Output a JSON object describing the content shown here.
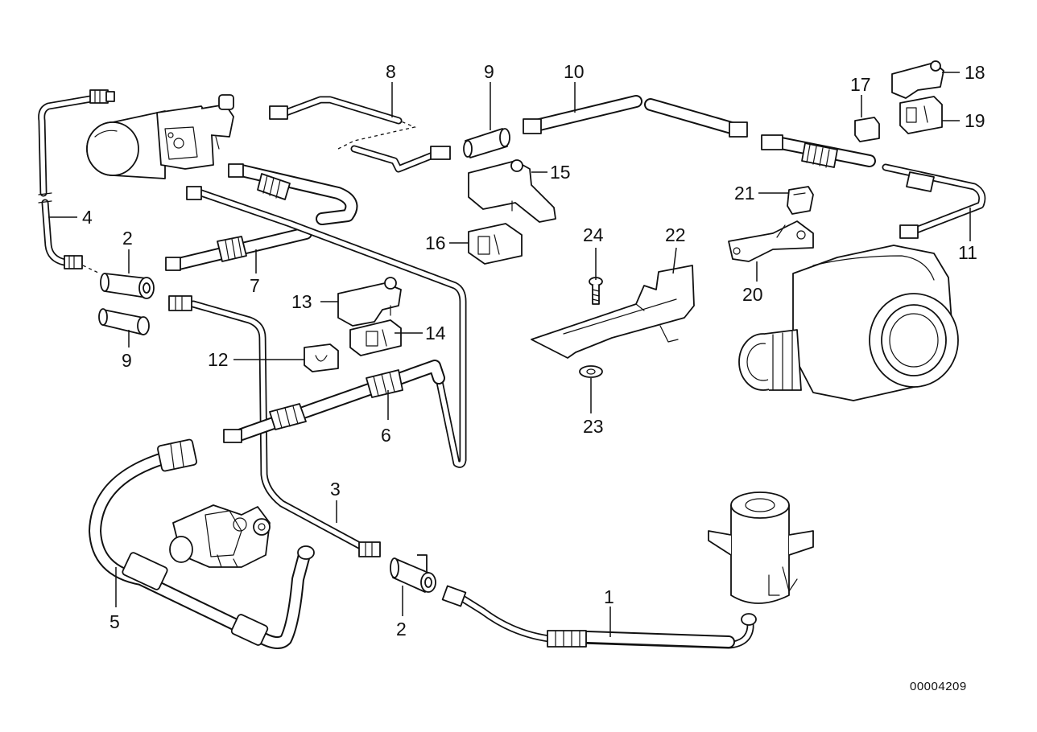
{
  "diagram": {
    "reference_number": "00004209",
    "callouts": [
      {
        "id": "c1",
        "label": "1"
      },
      {
        "id": "c2a",
        "label": "2"
      },
      {
        "id": "c2b",
        "label": "2"
      },
      {
        "id": "c3",
        "label": "3"
      },
      {
        "id": "c4",
        "label": "4"
      },
      {
        "id": "c5",
        "label": "5"
      },
      {
        "id": "c6",
        "label": "6"
      },
      {
        "id": "c7",
        "label": "7"
      },
      {
        "id": "c8",
        "label": "8"
      },
      {
        "id": "c9a",
        "label": "9"
      },
      {
        "id": "c9b",
        "label": "9"
      },
      {
        "id": "c10",
        "label": "10"
      },
      {
        "id": "c11",
        "label": "11"
      },
      {
        "id": "c12",
        "label": "12"
      },
      {
        "id": "c13",
        "label": "13"
      },
      {
        "id": "c14",
        "label": "14"
      },
      {
        "id": "c15",
        "label": "15"
      },
      {
        "id": "c16",
        "label": "16"
      },
      {
        "id": "c17",
        "label": "17"
      },
      {
        "id": "c18",
        "label": "18"
      },
      {
        "id": "c19",
        "label": "19"
      },
      {
        "id": "c20",
        "label": "20"
      },
      {
        "id": "c21",
        "label": "21"
      },
      {
        "id": "c22",
        "label": "22"
      },
      {
        "id": "c23",
        "label": "23"
      },
      {
        "id": "c24",
        "label": "24"
      }
    ]
  }
}
